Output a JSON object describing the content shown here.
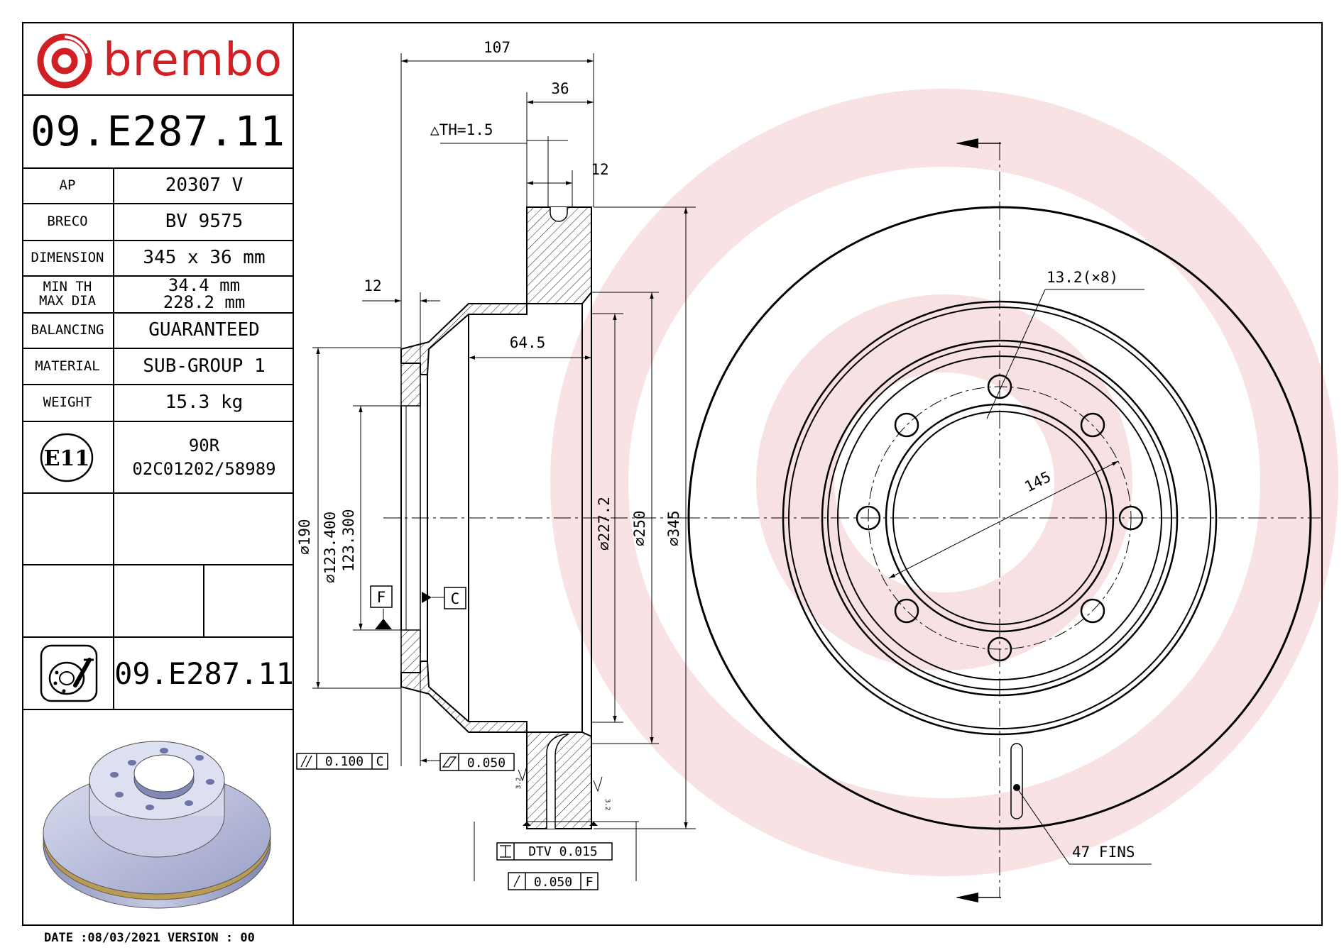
{
  "brand": {
    "name": "brembo",
    "color": "#d11f26"
  },
  "part_number": "09.E287.11",
  "specs": [
    {
      "label": "AP",
      "value": "20307 V"
    },
    {
      "label": "BRECO",
      "value": "BV 9575"
    },
    {
      "label": "DIMENSION",
      "value": "345 x 36 mm"
    },
    {
      "label": "MIN TH\nMAX DIA",
      "value": "34.4 mm\n228.2 mm"
    },
    {
      "label": "BALANCING",
      "value": "GUARANTEED"
    },
    {
      "label": "MATERIAL",
      "value": "SUB-GROUP 1"
    },
    {
      "label": "WEIGHT",
      "value": "15.3 kg"
    }
  ],
  "approval": {
    "mark": "E11",
    "value": "90R\n02C01202/58989"
  },
  "icon_row": {
    "icon": "disc-drilling-icon",
    "part_number": "09.E287.11"
  },
  "footer": "DATE :08/03/2021 VERSION : 00",
  "dimensions": {
    "width_total": "107",
    "disc_thickness": "36",
    "delta_th": "△TH=1.5",
    "flange_12_top": "12",
    "hat_12": "12",
    "hat_depth": "64.5",
    "dia_190": "⌀190",
    "dia_123": "⌀123.400\n 123.300",
    "dia_227": "⌀227.2",
    "dia_250": "⌀250",
    "dia_345": "⌀345",
    "datum_f": "F",
    "datum_c": "C",
    "tol_parallel": "0.100",
    "tol_parallel_ref": "C",
    "tol_flat": "0.050",
    "tol_dtv": "DTV 0.015",
    "tol_runout": "0.050",
    "tol_runout_ref": "F",
    "roughness": "3.2",
    "bolt_holes": "13.2(×8)",
    "pcd": "145",
    "fins": "47 FINS"
  }
}
